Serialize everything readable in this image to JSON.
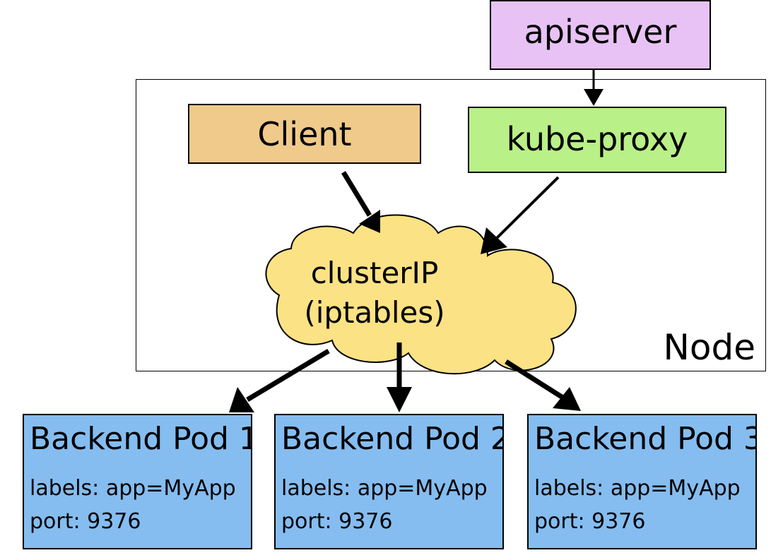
{
  "node": {
    "label": "Node"
  },
  "apiserver": {
    "label": "apiserver",
    "color": "#E8C2F5"
  },
  "client": {
    "label": "Client",
    "color": "#F0CA8A"
  },
  "kube_proxy": {
    "label": "kube-proxy",
    "color": "#B9F087"
  },
  "cluster_ip": {
    "line1": "clusterIP",
    "line2": "(iptables)",
    "color": "#FBE284"
  },
  "pods": [
    {
      "title": "Backend Pod 1",
      "labels": "labels: app=MyApp",
      "port": "port: 9376"
    },
    {
      "title": "Backend Pod 2",
      "labels": "labels: app=MyApp",
      "port": "port: 9376"
    },
    {
      "title": "Backend Pod 3",
      "labels": "labels: app=MyApp",
      "port": "port: 9376"
    }
  ],
  "pod_color": "#85BDF0"
}
